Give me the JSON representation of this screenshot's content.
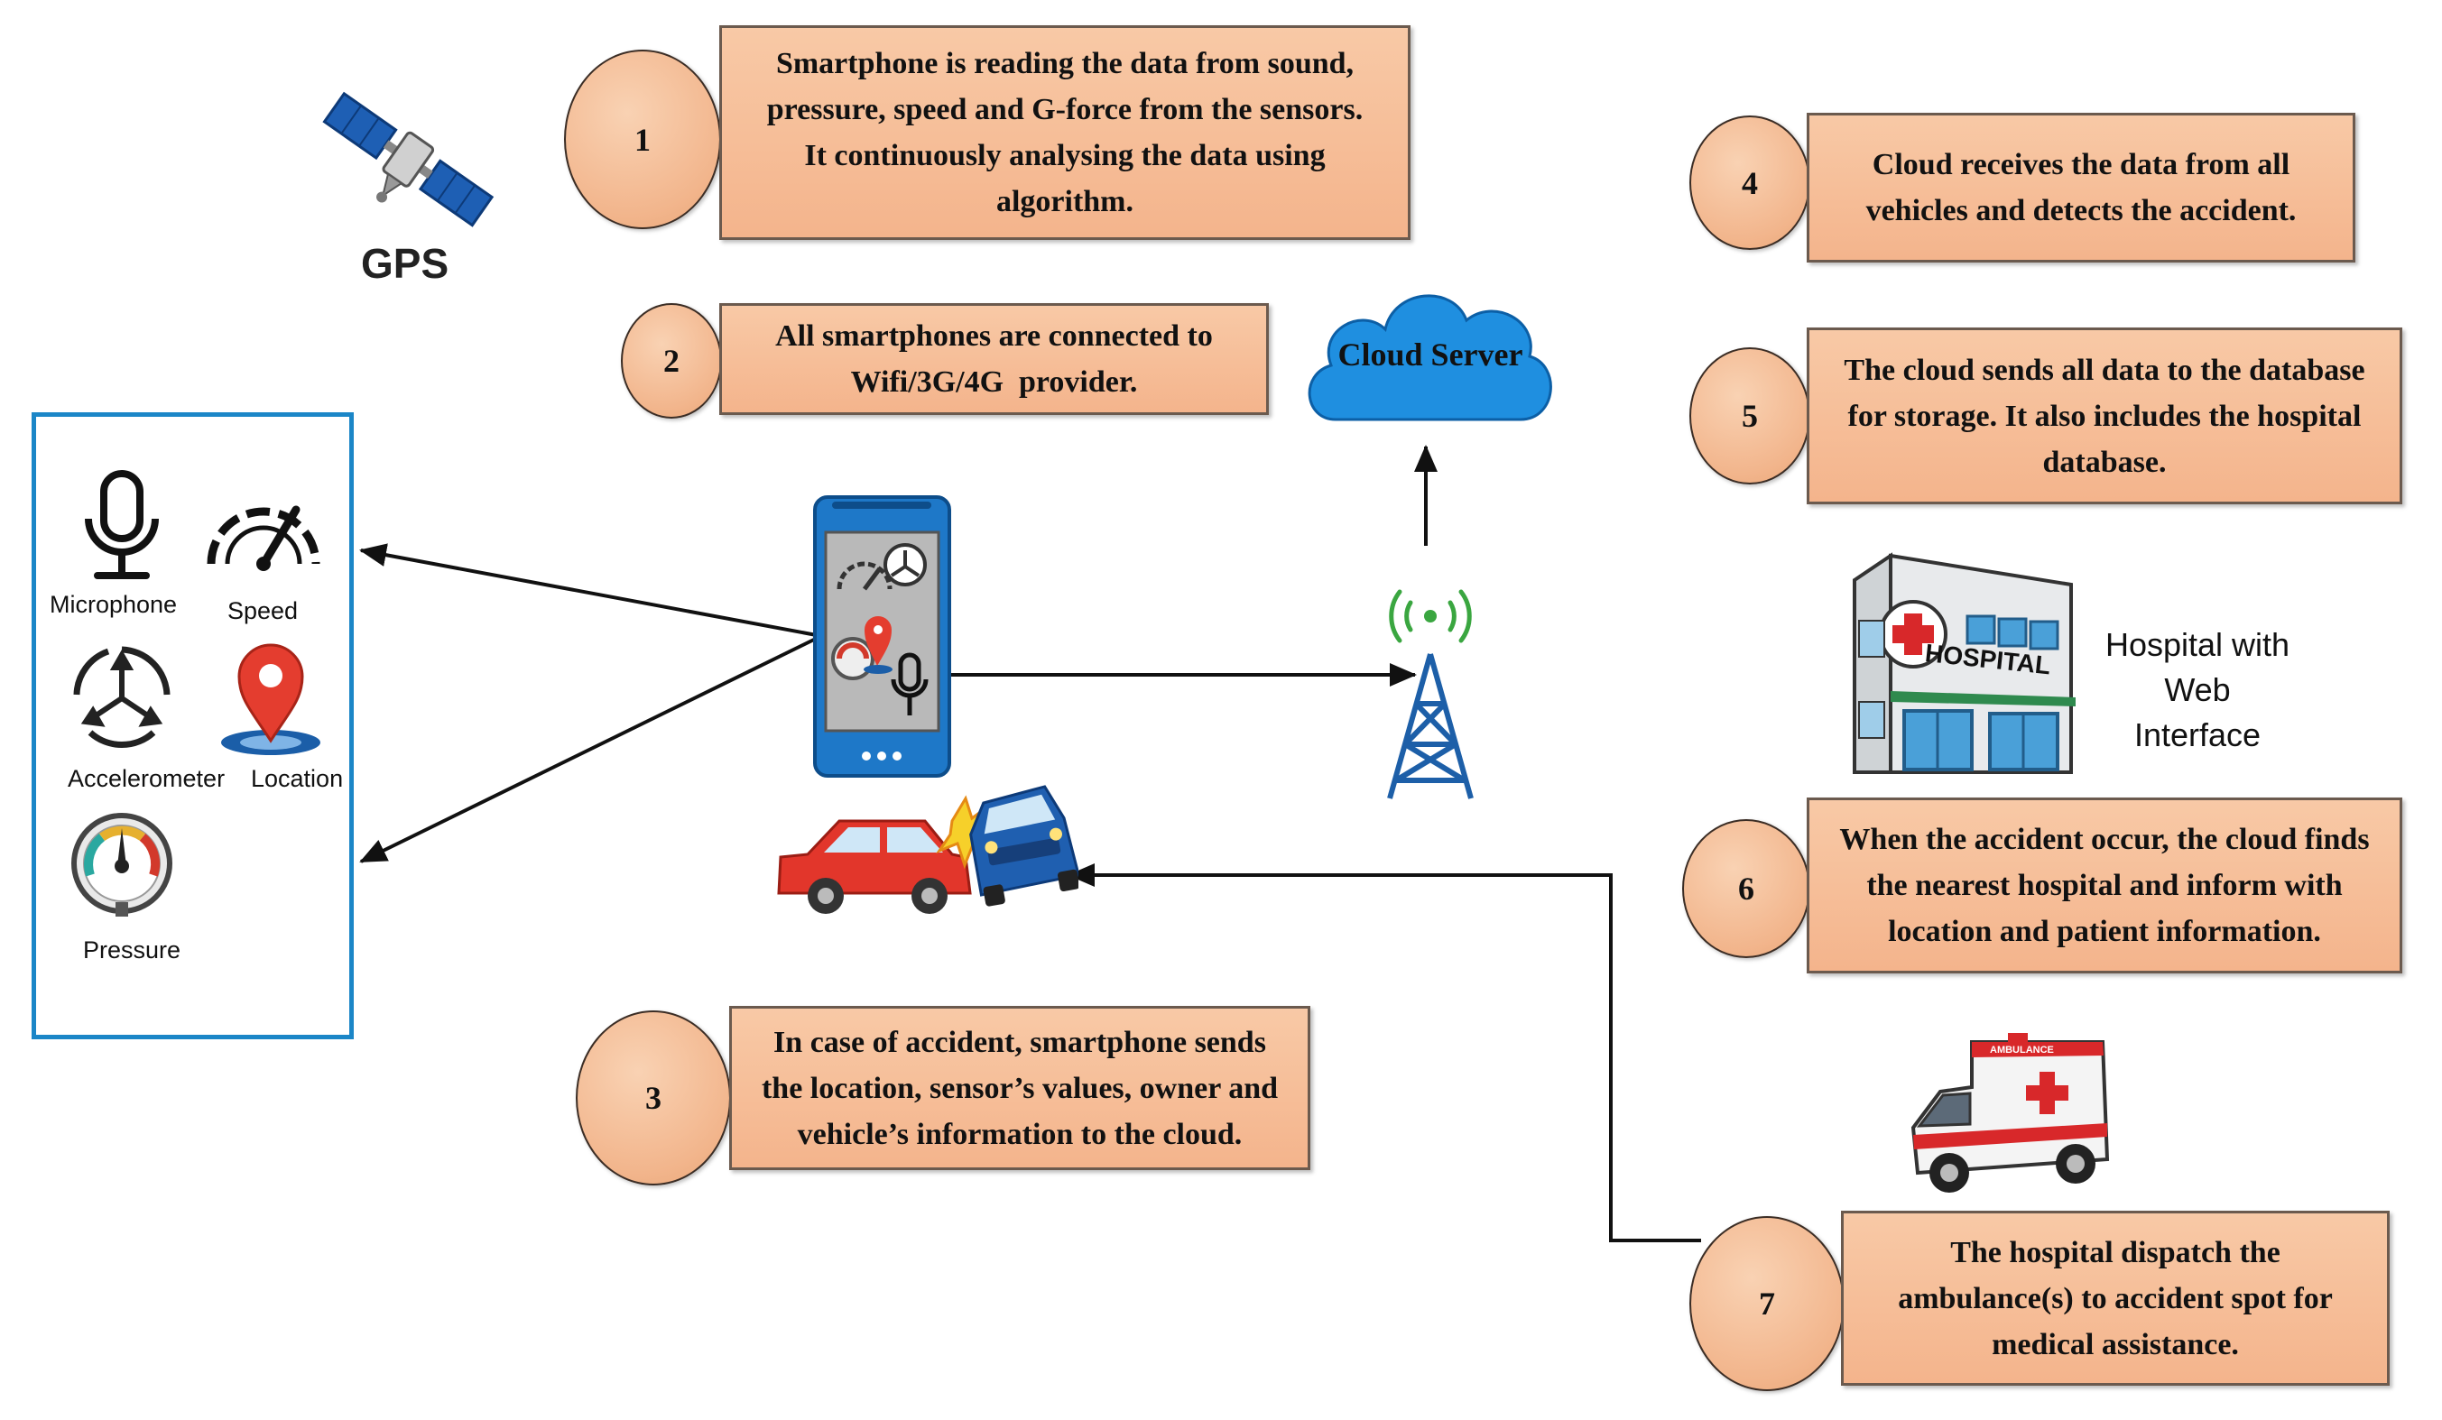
{
  "gps": {
    "label": "GPS"
  },
  "cloud": {
    "label": "Cloud Server"
  },
  "sensors": {
    "microphone": "Microphone",
    "speed": "Speed",
    "accelerometer": "Accelerometer",
    "location": "Location",
    "pressure": "Pressure"
  },
  "hospital": {
    "label_line1": "Hospital with Web",
    "label_line2": "Interface",
    "sign": "HOSPITAL"
  },
  "ambulance": {
    "sign": "AMBULANCE"
  },
  "steps": [
    {
      "number": "1",
      "lines": [
        "Smartphone is reading the data from sound,",
        "pressure, speed and G-force from the sensors.",
        "It continuously analysing the data using",
        "algorithm."
      ]
    },
    {
      "number": "2",
      "lines": [
        "All smartphones are connected to",
        "Wifi/3G/4G  provider."
      ]
    },
    {
      "number": "3",
      "lines": [
        "In case of accident, smartphone sends",
        "the location, sensor’s values, owner and",
        "vehicle’s information to the cloud."
      ]
    },
    {
      "number": "4",
      "lines": [
        "Cloud receives the data from all",
        "vehicles and detects the accident."
      ]
    },
    {
      "number": "5",
      "lines": [
        "The cloud sends all data to the database",
        "for storage. It also includes the hospital",
        "database."
      ]
    },
    {
      "number": "6",
      "lines": [
        "When the accident occur, the cloud finds",
        "the nearest hospital and inform with",
        "location and patient information."
      ]
    },
    {
      "number": "7",
      "lines": [
        "The hospital dispatch the",
        "ambulance(s) to accident spot for",
        "medical assistance."
      ]
    }
  ],
  "colors": {
    "box_fill": "#f6bd96",
    "box_border": "#6b5a4e",
    "sensor_panel_border": "#1b86c7",
    "cloud_blue": "#1f8fe0",
    "tower_blue": "#1d5fa8",
    "phone_blue": "#1e78c8",
    "car_red": "#e2362b",
    "car_blue": "#1f5fb0"
  }
}
